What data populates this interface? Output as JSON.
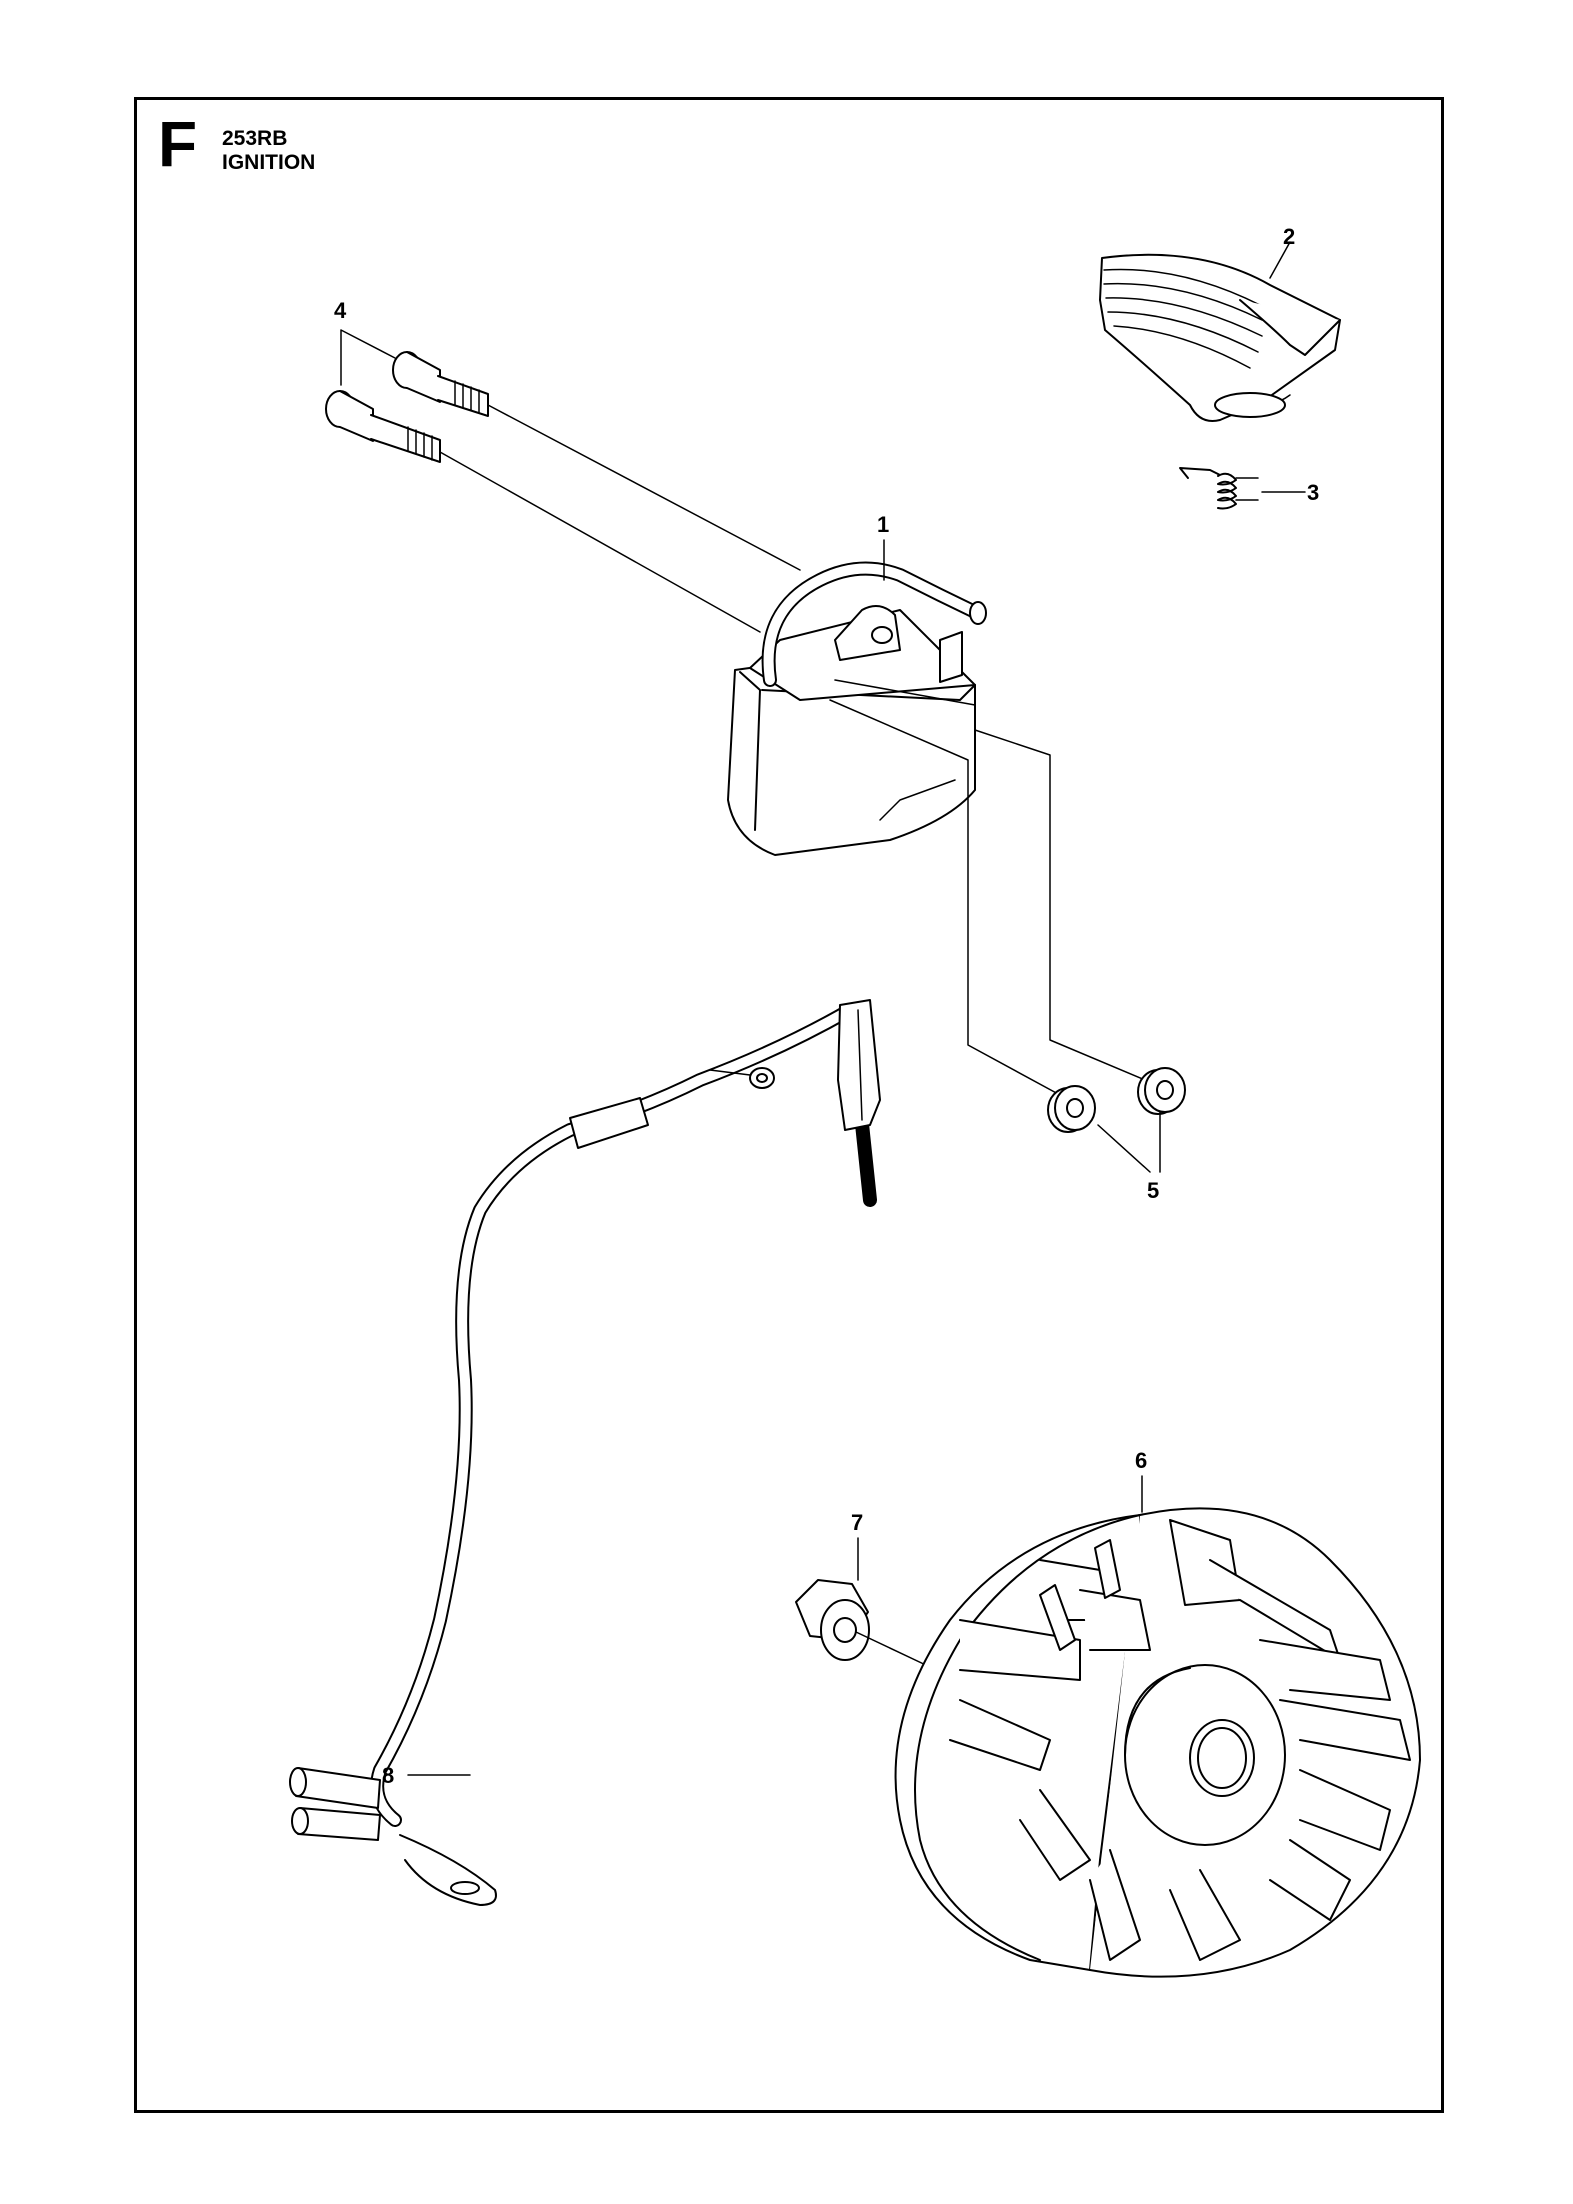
{
  "header": {
    "section_letter": "F",
    "model": "253RB",
    "title": "IGNITION"
  },
  "callouts": [
    {
      "id": "part-1",
      "label": "1"
    },
    {
      "id": "part-2",
      "label": "2"
    },
    {
      "id": "part-3",
      "label": "3"
    },
    {
      "id": "part-4",
      "label": "4"
    },
    {
      "id": "part-5",
      "label": "5"
    },
    {
      "id": "part-6",
      "label": "6"
    },
    {
      "id": "part-7",
      "label": "7"
    },
    {
      "id": "part-8",
      "label": "8"
    }
  ],
  "colors": {
    "line": "#000000",
    "fill": "#ffffff",
    "shade": "#e6e6e6"
  }
}
